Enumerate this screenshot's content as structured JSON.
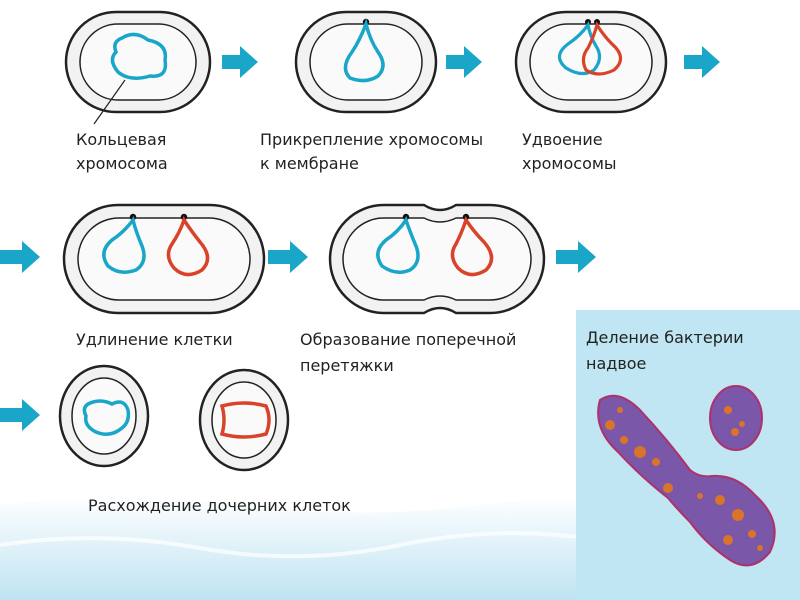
{
  "labels": {
    "ring_chromosome": [
      "Кольцевая",
      "хромосома"
    ],
    "attachment": [
      "Прикрепление хромосомы",
      "к мембране"
    ],
    "doubling": [
      "Удвоение",
      "хромосомы"
    ],
    "elongation": "Удлинение клетки",
    "constriction": [
      "Образование поперечной",
      "перетяжки"
    ],
    "separation": "Расхождение дочерних клеток",
    "photo_caption": [
      "Деление бактерии",
      "надвое"
    ]
  },
  "colors": {
    "arrow": "#1aa6c8",
    "chromosome_blue": "#1aa6c8",
    "chromosome_red": "#d9432a",
    "cell_fill": "#f2f2f2",
    "cell_outline": "#222222",
    "photo_background": "#bfe6f2",
    "bacterium": "#7a57a8",
    "bacterium_spots": "#d9742a",
    "bottom_wave": "#cfe9f5"
  }
}
